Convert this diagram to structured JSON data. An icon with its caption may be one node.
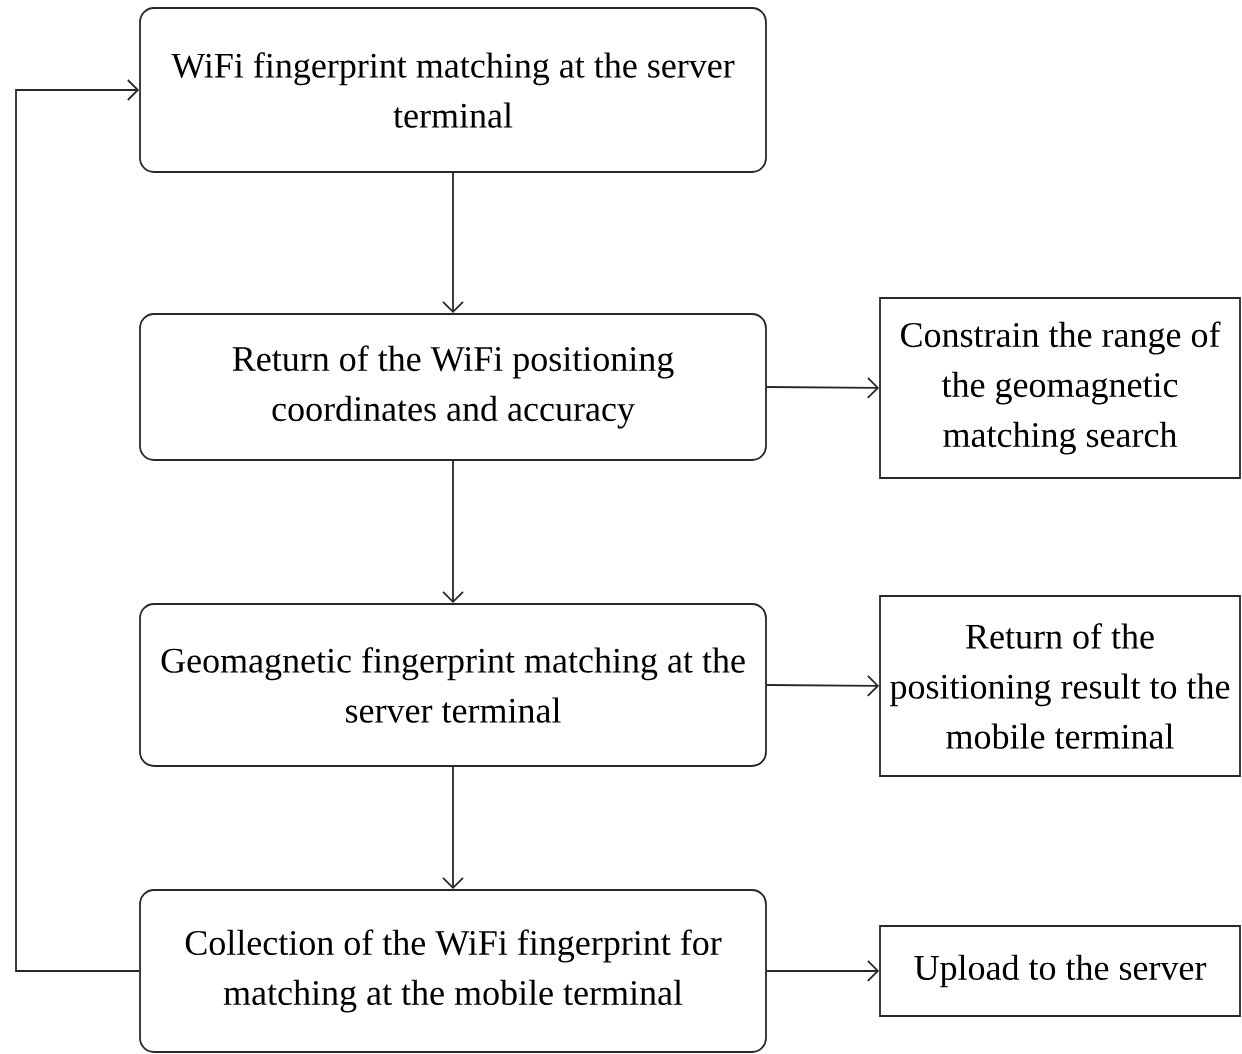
{
  "diagram": {
    "nodes": [
      {
        "text": [
          "WiFi fingerprint matching at the server terminal"
        ]
      },
      {
        "text": [
          "Return of the WiFi positioning coordinates and accuracy"
        ]
      },
      {
        "text": [
          "Geomagnetic fingerprint matching at the server terminal"
        ]
      },
      {
        "text": [
          "Collection of the WiFi fingerprint for matching at the mobile terminal"
        ]
      },
      {
        "text": [
          "Constrain the range of the geomagnetic matching search"
        ]
      },
      {
        "text": [
          "Return of the positioning result to the mobile terminal"
        ]
      },
      {
        "text": [
          "Upload to the server"
        ]
      }
    ],
    "edges": [
      {
        "from": 0,
        "to": 1,
        "arrow": "to"
      },
      {
        "from": 1,
        "to": 2,
        "arrow": "to"
      },
      {
        "from": 2,
        "to": 3,
        "arrow": "to"
      },
      {
        "from": 1,
        "to": 4,
        "arrow": "to"
      },
      {
        "from": 2,
        "to": 5,
        "arrow": "to"
      },
      {
        "from": 3,
        "to": 6,
        "arrow": "to"
      },
      {
        "from": 3,
        "to": 0,
        "arrow": "to"
      }
    ]
  }
}
